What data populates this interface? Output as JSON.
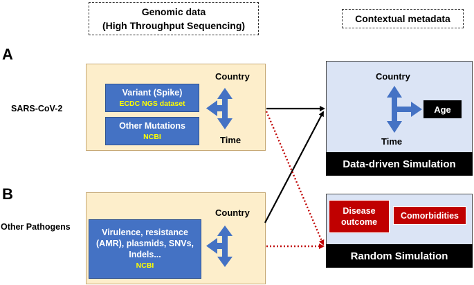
{
  "headers": {
    "genomic_line1": "Genomic data",
    "genomic_line2": "(High Throughput Sequencing)",
    "contextual": "Contextual metadata"
  },
  "section_a": {
    "letter": "A",
    "row_label": "SARS-CoV-2",
    "variant_title": "Variant (Spike)",
    "variant_source": "ECDC NGS dataset",
    "mutations_title": "Other Mutations",
    "mutations_source": "NCBI",
    "country_label": "Country",
    "time_label": "Time"
  },
  "section_b": {
    "letter": "B",
    "row_label": "Other Pathogens",
    "pathogen_lines": [
      "Virulence, resistance",
      "(AMR), plasmids, SNVs,",
      "Indels..."
    ],
    "pathogen_source": "NCBI",
    "country_label": "Country"
  },
  "data_driven": {
    "country_label": "Country",
    "time_label": "Time",
    "age_label": "Age",
    "bar_label": "Data-driven Simulation"
  },
  "random": {
    "disease_line1": "Disease",
    "disease_line2": "outcome",
    "comorbidities": "Comorbidities",
    "bar_label": "Random Simulation"
  },
  "colors": {
    "beige": "#fdeecb",
    "light_blue": "#dbe4f5",
    "blue": "#4472c4",
    "red": "#c00000",
    "yellow": "#ffff00",
    "dotted_arrow": "#c00000"
  }
}
